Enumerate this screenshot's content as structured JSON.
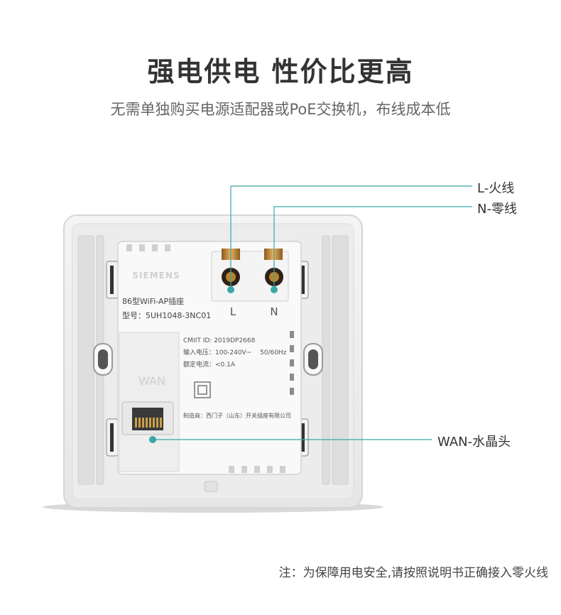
{
  "header": {
    "title": "强电供电  性价比更高",
    "subtitle": "无需单独购买电源适配器或PoE交换机，布线成本低"
  },
  "product": {
    "brand": "SIEMENS",
    "model_line1": "86型WiFi-AP插座",
    "model_line2": "型号：5UH1048-3NC01",
    "terminal_l": "L",
    "terminal_n": "N",
    "cmiit": "CMIIT ID: 2019DP2668",
    "input_voltage": "输入电压：100-240V~",
    "frequency": "50/60Hz",
    "rated_current": "额定电流：<0.1A",
    "port_label": "WAN",
    "manufacturer": "制造商：西门子（山东）开关插座有限公司"
  },
  "callouts": {
    "live": "L-火线",
    "neutral": "N-零线",
    "wan": "WAN-水晶头"
  },
  "colors": {
    "callout_line": "#3aa6a8",
    "dot": "#3aa6a8"
  },
  "note": "注：为保障用电安全,请按照说明书正确接入零火线"
}
